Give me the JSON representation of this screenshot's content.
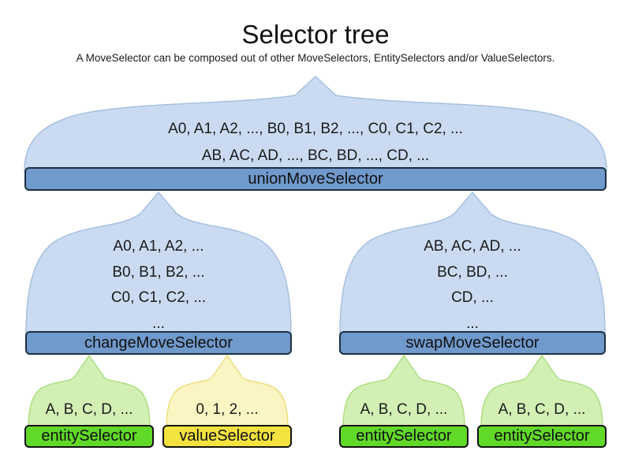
{
  "header": {
    "title": "Selector tree",
    "subtitle": "A MoveSelector can be composed out of other MoveSelectors, EntitySelectors and/or ValueSelectors."
  },
  "colors": {
    "funnel_blue_fill": "#cadbf1",
    "funnel_blue_stroke": "#a6c0e0",
    "bar_blue_fill": "#7099cc",
    "bar_blue_stroke": "#1e2f42",
    "funnel_green_fill": "#d2f0b4",
    "funnel_green_stroke": "#aede82",
    "bar_green_fill": "#61d928",
    "bar_green_stroke": "#111111",
    "funnel_yellow_fill": "#faf5c3",
    "funnel_yellow_stroke": "#eede7a",
    "bar_yellow_fill": "#f4e23f",
    "bar_yellow_stroke": "#111111"
  },
  "nodes": {
    "union": {
      "label": "unionMoveSelector",
      "lines": [
        "A0, A1, A2, ..., B0, B1, B2, ..., C0, C1, C2, ...",
        "AB, AC, AD, ..., BC, BD, ..., CD, ..."
      ]
    },
    "change": {
      "label": "changeMoveSelector",
      "lines": [
        "A0, A1, A2, ...",
        "B0, B1, B2, ...",
        "C0, C1, C2, ...",
        "..."
      ]
    },
    "swap": {
      "label": "swapMoveSelector",
      "lines": [
        "AB, AC, AD, ...",
        "BC, BD, ...",
        "CD, ...",
        "..."
      ]
    },
    "entity1": {
      "label": "entitySelector",
      "lines": [
        "A, B, C, D, ..."
      ]
    },
    "value1": {
      "label": "valueSelector",
      "lines": [
        "0, 1, 2, ..."
      ]
    },
    "entity2": {
      "label": "entitySelector",
      "lines": [
        "A, B, C, D, ..."
      ]
    },
    "entity3": {
      "label": "entitySelector",
      "lines": [
        "A, B, C, D, ..."
      ]
    }
  }
}
